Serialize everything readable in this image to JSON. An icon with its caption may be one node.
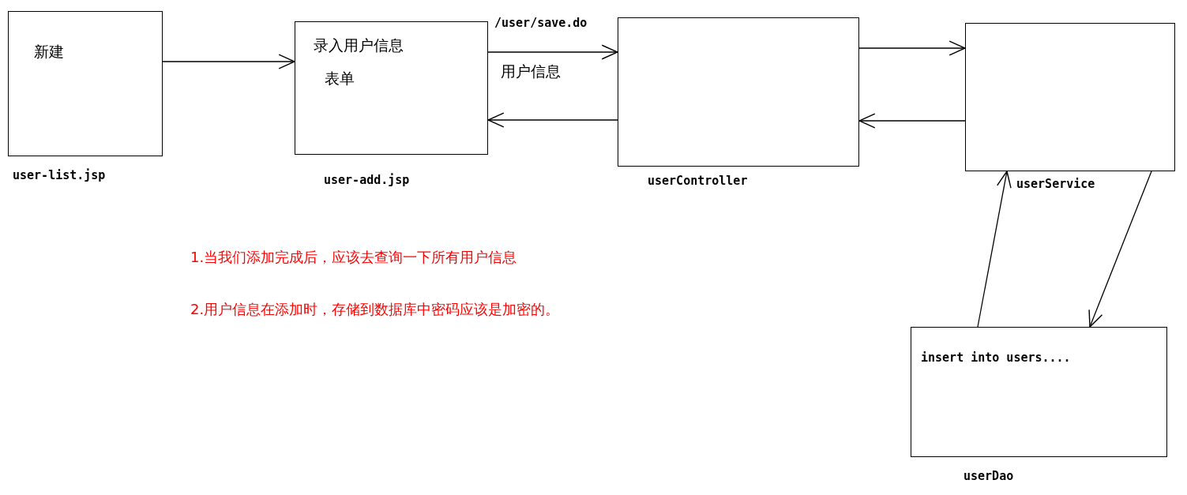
{
  "diagram": {
    "nodes": [
      {
        "text": [
          "新建"
        ],
        "beside": [
          "user-list.jsp"
        ]
      },
      {
        "text": [
          "录入用户信息",
          "表单"
        ],
        "beside": [
          "user-add.jsp"
        ]
      },
      {
        "text": [],
        "shape": "box",
        "beside": [
          "userController"
        ]
      },
      {
        "text": [],
        "shape": "box",
        "beside": [
          "userService"
        ]
      },
      {
        "text": [
          "insert into users...."
        ],
        "beside": [
          "userDao"
        ]
      }
    ],
    "edges": [
      {
        "from": 0,
        "to": 1,
        "arrow": "to"
      },
      {
        "from": 1,
        "to": 2,
        "arrow": "to",
        "label": "/user/save.do"
      },
      {
        "from": 2,
        "to": 1,
        "arrow": "to"
      },
      {
        "from": 2,
        "to": 3,
        "arrow": "to"
      },
      {
        "from": 3,
        "to": 2,
        "arrow": "to"
      },
      {
        "from": 3,
        "to": 4,
        "arrow": "to"
      },
      {
        "from": 4,
        "to": 3,
        "arrow": "to"
      }
    ],
    "labels": [
      "用户信息",
      "1.当我们添加完成后，应该去查询一下所有用户信息",
      "2.用户信息在添加时，存储到数据库中密码应该是加密的。"
    ]
  }
}
